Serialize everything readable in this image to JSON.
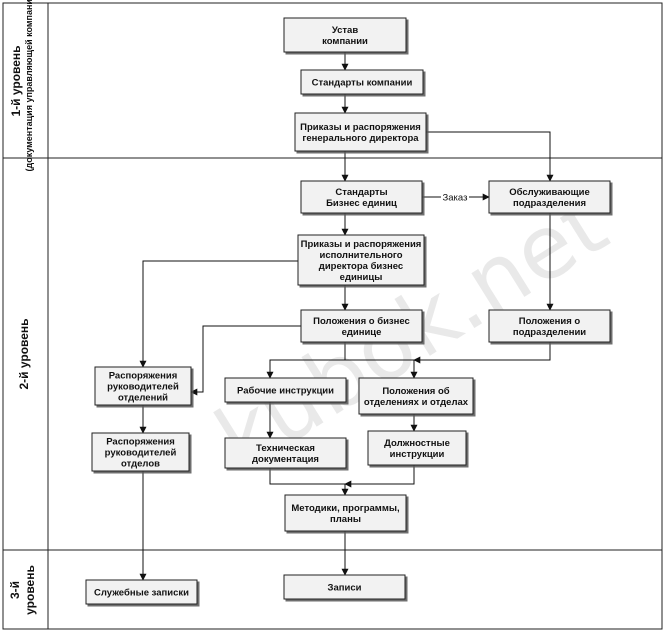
{
  "watermark": "kubok.net",
  "lanes": [
    {
      "id": "lane1",
      "title": "1-й уровень",
      "subtitle": "(документация управляющей компании)"
    },
    {
      "id": "lane2",
      "title": "2-й уровень",
      "subtitle": ""
    },
    {
      "id": "lane3",
      "title": "3-й уровень",
      "subtitle": ""
    }
  ],
  "boxes": [
    {
      "id": "ustav",
      "lines": [
        "Устав",
        "компании"
      ]
    },
    {
      "id": "standarty_kompanii",
      "lines": [
        "Стандарты компании"
      ]
    },
    {
      "id": "prikazy_gen",
      "lines": [
        "Приказы и распоряжения",
        "генерального директора"
      ]
    },
    {
      "id": "standarty_be",
      "lines": [
        "Стандарты",
        "Бизнес единиц"
      ]
    },
    {
      "id": "obsl_podr",
      "lines": [
        "Обслуживающие",
        "подразделения"
      ]
    },
    {
      "id": "prikazy_isp",
      "lines": [
        "Приказы и распоряжения",
        "исполнительного",
        "директора бизнес",
        "единицы"
      ]
    },
    {
      "id": "polozh_be",
      "lines": [
        "Положения о бизнес",
        "единице"
      ]
    },
    {
      "id": "polozh_podr",
      "lines": [
        "Положения о",
        "подразделении"
      ]
    },
    {
      "id": "rasp_ruk_otdeleniy",
      "lines": [
        "Распоряжения",
        "руководителей",
        "отделений"
      ]
    },
    {
      "id": "rab_instr",
      "lines": [
        "Рабочие инструкции"
      ]
    },
    {
      "id": "polozh_otd",
      "lines": [
        "Положения об",
        "отделениях и отделах"
      ]
    },
    {
      "id": "rasp_ruk_otdelov",
      "lines": [
        "Распоряжения",
        "руководителей",
        "отделов"
      ]
    },
    {
      "id": "tekh_dok",
      "lines": [
        "Техническая",
        "документация"
      ]
    },
    {
      "id": "dolzh_instr",
      "lines": [
        "Должностные",
        "инструкции"
      ]
    },
    {
      "id": "metodiki",
      "lines": [
        "Методики, программы,",
        "планы"
      ]
    },
    {
      "id": "sluzh_zapiski",
      "lines": [
        "Служебные записки"
      ]
    },
    {
      "id": "zapisi",
      "lines": [
        "Записи"
      ]
    }
  ],
  "edges": [
    {
      "id": "e_ustav_standarty",
      "from": "ustav",
      "to": "standarty_kompanii",
      "label": ""
    },
    {
      "id": "e_standarty_prikazy",
      "from": "standarty_kompanii",
      "to": "prikazy_gen",
      "label": ""
    },
    {
      "id": "e_prikazy_standartybe",
      "from": "prikazy_gen",
      "to": "standarty_be",
      "label": ""
    },
    {
      "id": "e_prikazy_obsl",
      "from": "prikazy_gen",
      "to": "obsl_podr",
      "label": ""
    },
    {
      "id": "e_standartybe_obsl",
      "from": "standarty_be",
      "to": "obsl_podr",
      "label": "Заказ"
    },
    {
      "id": "e_standartybe_prikazyisp",
      "from": "standarty_be",
      "to": "prikazy_isp",
      "label": ""
    },
    {
      "id": "e_prikazyisp_polozhbe",
      "from": "prikazy_isp",
      "to": "polozh_be",
      "label": ""
    },
    {
      "id": "e_prikazyisp_rasp",
      "from": "prikazy_isp",
      "to": "rasp_ruk_otdeleniy",
      "label": ""
    },
    {
      "id": "e_obsl_polozhpodr",
      "from": "obsl_podr",
      "to": "polozh_podr",
      "label": ""
    },
    {
      "id": "e_polozhbe_rabinstr",
      "from": "polozh_be",
      "to": "rab_instr",
      "label": ""
    },
    {
      "id": "e_polozhbe_polozhotd",
      "from": "polozh_be",
      "to": "polozh_otd",
      "label": ""
    },
    {
      "id": "e_polozhbe_rasp",
      "from": "polozh_be",
      "to": "rasp_ruk_otdeleniy",
      "label": ""
    },
    {
      "id": "e_polozhpodr_polozhotd",
      "from": "polozh_podr",
      "to": "polozh_otd",
      "label": ""
    },
    {
      "id": "e_rasp_raspotdelov",
      "from": "rasp_ruk_otdeleniy",
      "to": "rasp_ruk_otdelov",
      "label": ""
    },
    {
      "id": "e_rabinstr_tekhdok",
      "from": "rab_instr",
      "to": "tekh_dok",
      "label": ""
    },
    {
      "id": "e_polozhotd_dolzh",
      "from": "polozh_otd",
      "to": "dolzh_instr",
      "label": ""
    },
    {
      "id": "e_tekhdok_metodiki",
      "from": "tekh_dok",
      "to": "metodiki",
      "label": ""
    },
    {
      "id": "e_dolzh_metodiki",
      "from": "dolzh_instr",
      "to": "metodiki",
      "label": ""
    },
    {
      "id": "e_raspotdelov_zapiski",
      "from": "rasp_ruk_otdelov",
      "to": "sluzh_zapiski",
      "label": ""
    },
    {
      "id": "e_metodiki_zapisi",
      "from": "metodiki",
      "to": "zapisi",
      "label": ""
    }
  ]
}
